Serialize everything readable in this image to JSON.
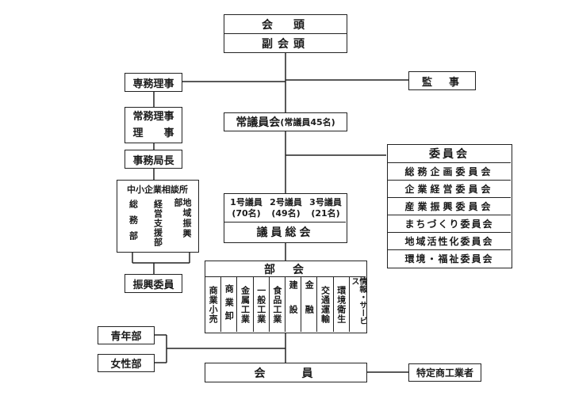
{
  "head": {
    "kaito": "会　頭",
    "fuku_kaito": "副会頭"
  },
  "left": {
    "senmu": "専務理事",
    "jomu_line1": "常務理事",
    "jomu_line2": "理　　事",
    "jimukyokucho": "事務局長",
    "consult": {
      "title": "中小企業相談所",
      "cols": [
        "総務部",
        "経営支援部",
        "地域振興部"
      ]
    },
    "shinko": "振興委員"
  },
  "center": {
    "jogiin_main": "常議員会",
    "jogiin_sub": "(常議員45名)",
    "giin_groups": [
      {
        "line1": "1号議員",
        "line2": "(70名)"
      },
      {
        "line1": "2号議員",
        "line2": "(49名)"
      },
      {
        "line1": "3号議員",
        "line2": "(21名)"
      }
    ],
    "giin_sokai": "議員総会",
    "bukai_title": "部　会",
    "bukai_cols": [
      "商業小売",
      "商業卸",
      "金属工業",
      "一般工業",
      "食品工業",
      "建設",
      "金融",
      "交通運輸",
      "環境衛生",
      "情報・サービス"
    ],
    "kaiin": "会　　員"
  },
  "right": {
    "kansa": "監　事",
    "iinkai_title": "委員会",
    "iinkai_items": [
      "総務企画委員会",
      "企業経営委員会",
      "産業振興委員会",
      "まちづくり委員会",
      "地域活性化委員会",
      "環境・福祉委員会"
    ],
    "tokutei": "特定商工業者"
  },
  "bottom_left": {
    "seinenbu": "青年部",
    "joseibu": "女性部"
  }
}
